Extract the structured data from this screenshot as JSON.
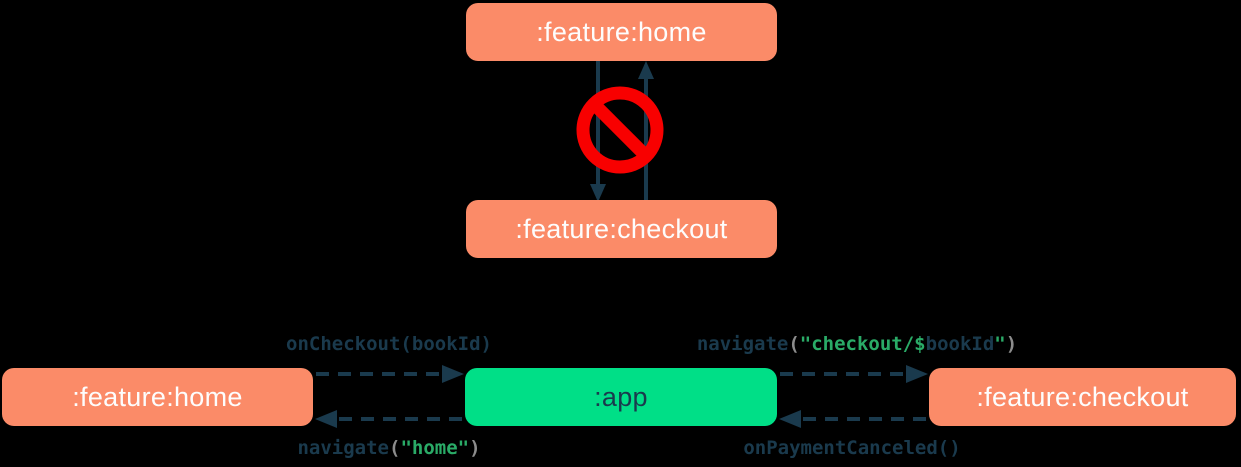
{
  "colors": {
    "salmon": "#fb8b68",
    "green": "#00df87",
    "navy": "#1a3a4d",
    "codegreen": "#2aab67",
    "gray": "#8c8c8c",
    "red": "#f80000",
    "white": "#fdfdfd",
    "bg": "#000000"
  },
  "top_diagram": {
    "home_label": ":feature:home",
    "checkout_label": ":feature:checkout",
    "no_icon": "no-entry-prohibited-icon"
  },
  "bottom_diagram": {
    "home_label": ":feature:home",
    "app_label": ":app",
    "checkout_label": ":feature:checkout",
    "edge_labels": {
      "on_checkout": {
        "text": "onCheckout(bookId)",
        "segments": [
          {
            "t": "onCheckout(",
            "c": "code"
          },
          {
            "t": "bookId",
            "c": "em"
          },
          {
            "t": ")",
            "c": "code"
          }
        ]
      },
      "navigate_checkout": {
        "text": "navigate(\"checkout/$bookId\")",
        "segments": [
          {
            "t": "navigate",
            "c": "code"
          },
          {
            "t": "(",
            "c": "punct"
          },
          {
            "t": "\"checkout/$",
            "c": "str"
          },
          {
            "t": "bookId",
            "c": "em"
          },
          {
            "t": "\"",
            "c": "str"
          },
          {
            "t": ")",
            "c": "punct"
          }
        ]
      },
      "navigate_home": {
        "text": "navigate(\"home\")",
        "segments": [
          {
            "t": "navigate",
            "c": "code"
          },
          {
            "t": "(",
            "c": "punct"
          },
          {
            "t": "\"home\"",
            "c": "str"
          },
          {
            "t": ")",
            "c": "punct"
          }
        ]
      },
      "on_payment_canceled": {
        "text": "onPaymentCanceled()",
        "segments": [
          {
            "t": "onPaymentCanceled()",
            "c": "code"
          }
        ]
      }
    }
  }
}
